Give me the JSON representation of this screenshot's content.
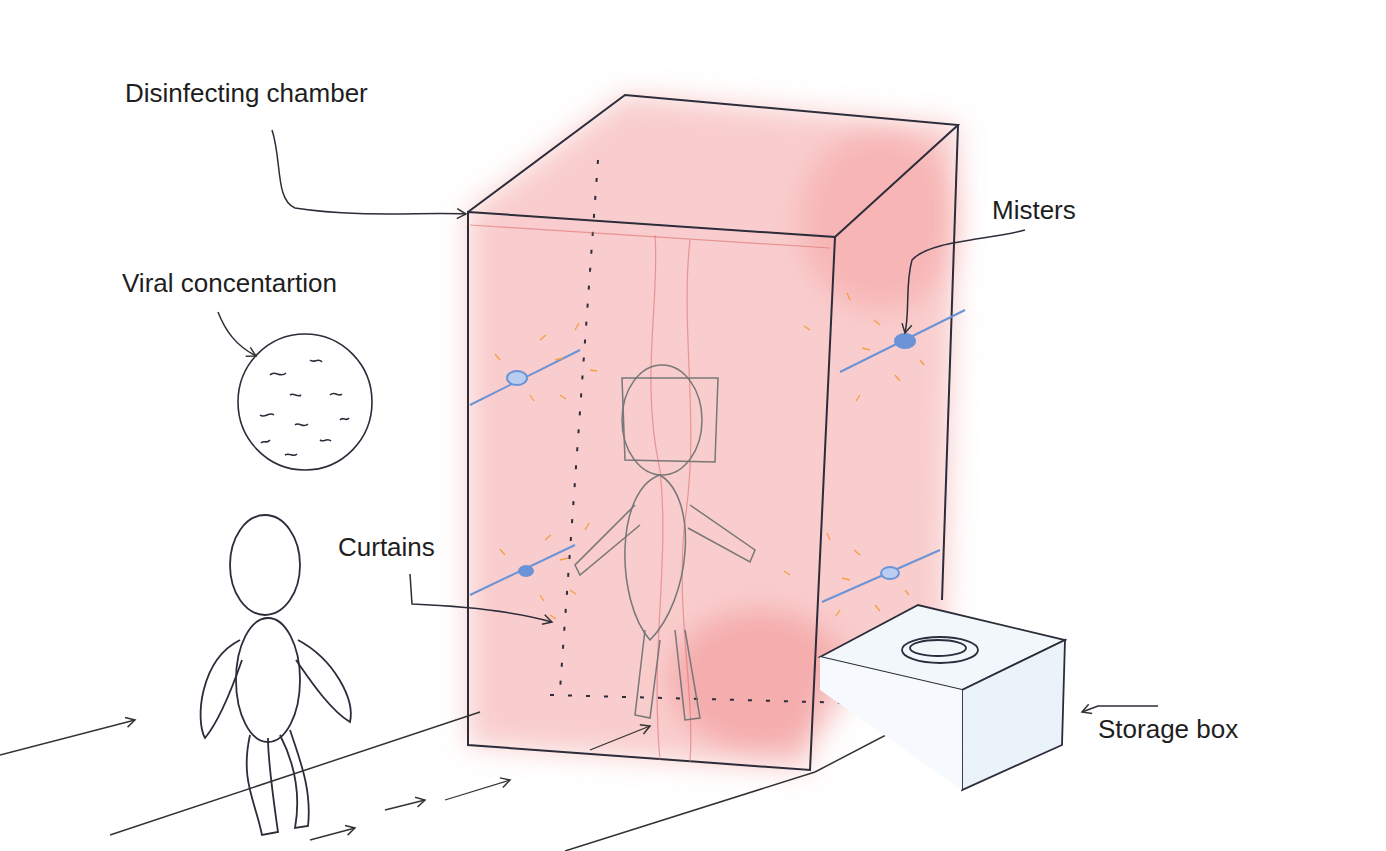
{
  "diagram": {
    "labels": [
      "Disinfecting chamber",
      "Viral concentartion",
      "Misters",
      "Curtains",
      "Storage box"
    ]
  }
}
